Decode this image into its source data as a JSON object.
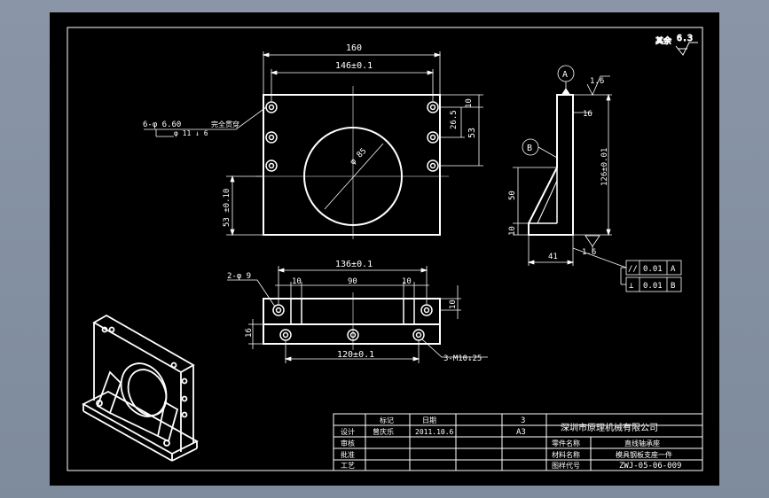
{
  "colors": {
    "background": "#000000",
    "line": "#ffffff",
    "viewport": "#8592a4"
  },
  "surface_finish": {
    "prefix": "其余",
    "value": "6.3"
  },
  "front_view": {
    "dim_overall_width": "160",
    "dim_hole_spacing": "146±0.1",
    "dim_top_10": "10",
    "dim_26_5": "26.5",
    "dim_53": "53",
    "dim_height": "53 ±0.10",
    "bore": "φ 85",
    "hole_callout_line1": "6-φ  6.60",
    "hole_callout_note": "完全贯穿",
    "hole_callout_line2": "φ  11  ↓ 6"
  },
  "side_view": {
    "datum_a": "A",
    "datum_b": "B",
    "roughness": "1.6",
    "roughness_bottom": "1.6",
    "dim_16": "16",
    "dim_height": "126±0.01",
    "dim_50": "50",
    "dim_10": "10",
    "dim_41": "41",
    "tol_row1_symbol": "//",
    "tol_row1_value": "0.01",
    "tol_row1_datum": "A",
    "tol_row2_symbol": "⊥",
    "tol_row2_value": "0.01",
    "tol_row2_datum": "B"
  },
  "bottom_view": {
    "dim_136": "136±0.1",
    "dim_left_10": "10",
    "dim_90": "90",
    "dim_right_10": "10",
    "dim_side_10": "10",
    "dim_16": "16",
    "dim_120": "120±0.1",
    "callout_left": "2-φ 9",
    "callout_right": "3-M10↓25"
  },
  "title_block": {
    "company": "深圳市原理机械有限公司",
    "part_name": "直线轴承座",
    "sub_name": "模具钢板支座一件",
    "drawing_no": "ZWJ-05-06-009",
    "date": "2011.10.6",
    "sheet_count": "3",
    "paper_size": "A3",
    "designer": "曾庆乐",
    "head_1": "标记",
    "head_2": "日期",
    "lbl_design": "设计",
    "lbl_check": "审核",
    "lbl_approve": "批准",
    "lbl_process": "工艺",
    "lbl_part": "零件名称",
    "lbl_material": "材料名称",
    "lbl_drawno": "图样代号"
  }
}
